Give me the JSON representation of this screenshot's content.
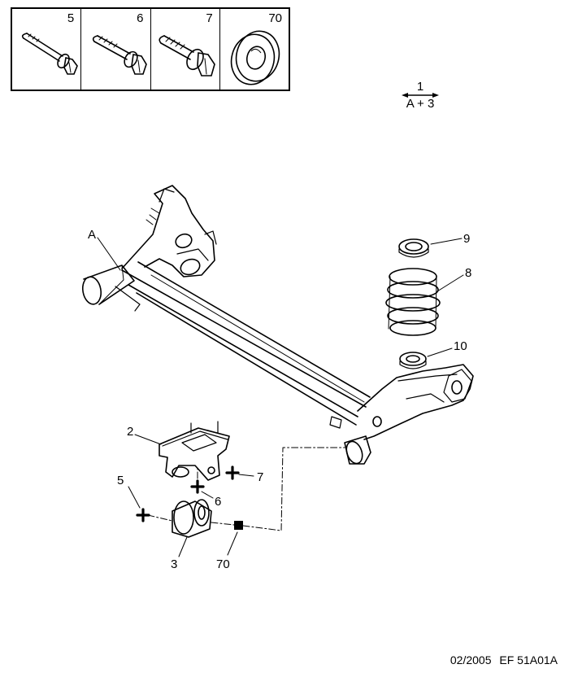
{
  "legend": {
    "items": [
      {
        "number": "5",
        "icon": "long-flange-bolt-icon"
      },
      {
        "number": "6",
        "icon": "flange-bolt-icon"
      },
      {
        "number": "7",
        "icon": "short-flange-bolt-icon"
      },
      {
        "number": "70",
        "icon": "washer-icon"
      }
    ]
  },
  "reference": {
    "top": "1",
    "bottom": "A + 3"
  },
  "callouts": {
    "a": "A",
    "c9": "9",
    "c8": "8",
    "c10": "10",
    "c2": "2",
    "c7": "7",
    "c6": "6",
    "c5": "5",
    "c3": "3",
    "c70": "70"
  },
  "footer": {
    "date": "02/2005",
    "code": "EF 51A01A"
  }
}
